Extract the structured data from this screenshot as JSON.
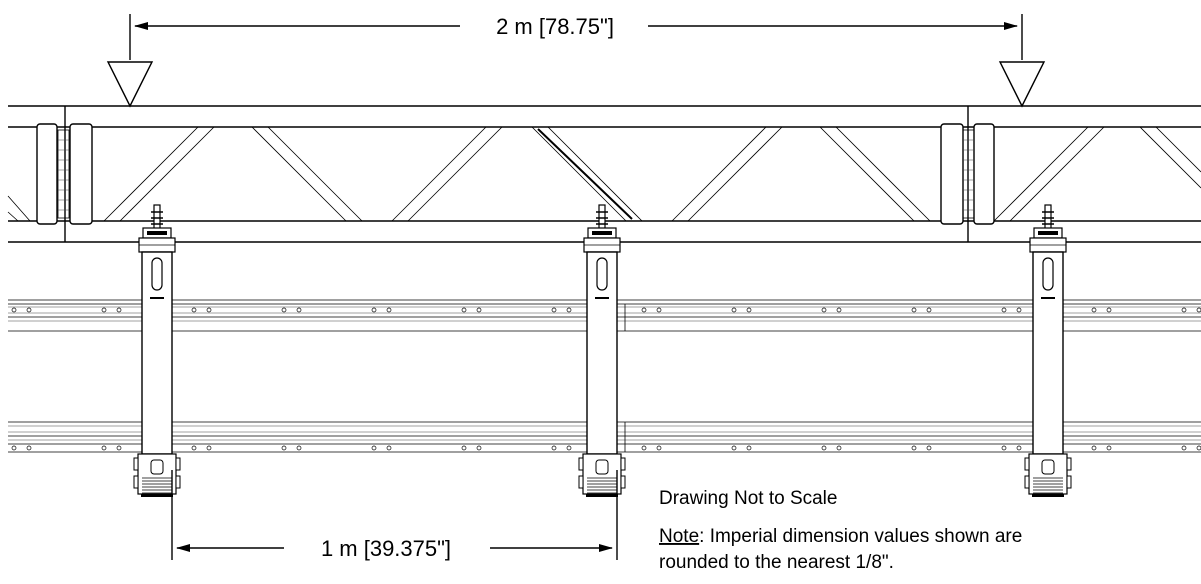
{
  "dimensions": {
    "top_span": "2 m [78.75\"]",
    "bottom_span": "1 m [39.375\"]"
  },
  "notes": {
    "title": "Drawing Not to Scale",
    "note_label": "Note",
    "note_line1": ": Imperial dimension values shown are",
    "note_line2": "rounded to the nearest 1/8\"."
  },
  "colors": {
    "line": "#000000",
    "background": "#ffffff"
  }
}
